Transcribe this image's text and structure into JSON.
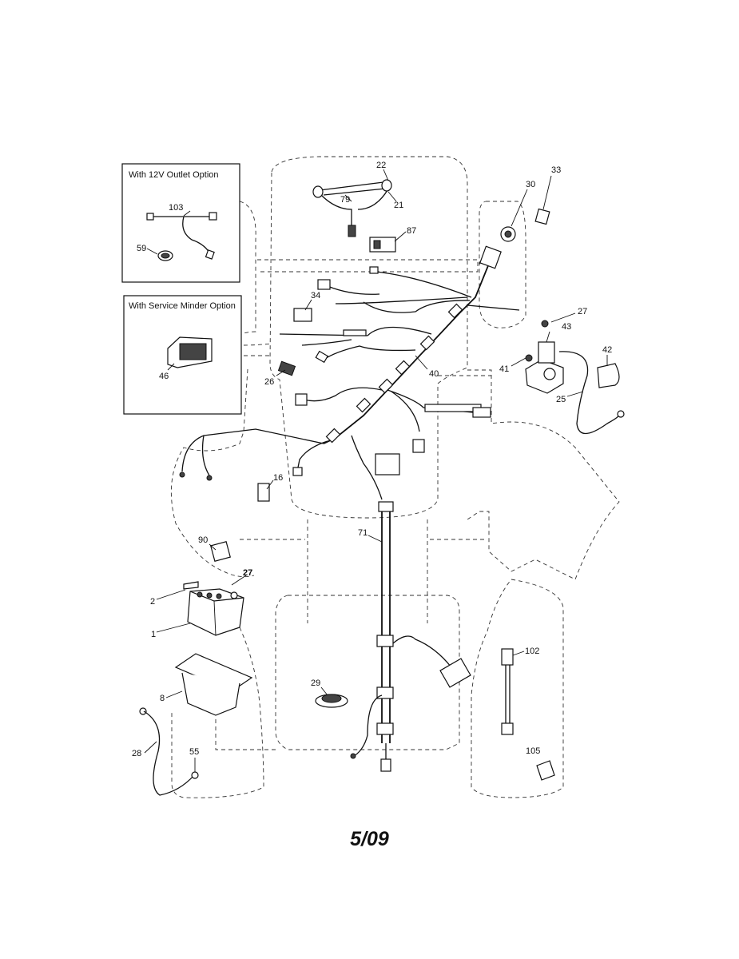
{
  "option_boxes": [
    {
      "title": "With 12V Outlet Option"
    },
    {
      "title": "With Service Minder Option"
    }
  ],
  "callouts": [
    {
      "label": "22"
    },
    {
      "label": "79"
    },
    {
      "label": "21"
    },
    {
      "label": "87"
    },
    {
      "label": "30"
    },
    {
      "label": "33"
    },
    {
      "label": "103"
    },
    {
      "label": "59"
    },
    {
      "label": "34"
    },
    {
      "label": "46"
    },
    {
      "label": "26"
    },
    {
      "label": "40"
    },
    {
      "label": "27"
    },
    {
      "label": "43"
    },
    {
      "label": "42"
    },
    {
      "label": "41"
    },
    {
      "label": "25"
    },
    {
      "label": "16"
    },
    {
      "label": "90"
    },
    {
      "label": "71"
    },
    {
      "label": "27"
    },
    {
      "label": "2"
    },
    {
      "label": "1"
    },
    {
      "label": "8"
    },
    {
      "label": "29"
    },
    {
      "label": "102"
    },
    {
      "label": "28"
    },
    {
      "label": "55"
    },
    {
      "label": "105"
    }
  ],
  "footer": {
    "date_code": "5/09"
  }
}
